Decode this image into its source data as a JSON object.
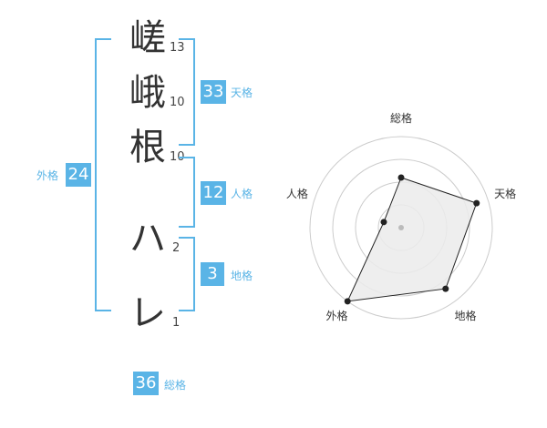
{
  "name_chars": [
    {
      "char": "嵯",
      "strokes": "13"
    },
    {
      "char": "峨",
      "strokes": "10"
    },
    {
      "char": "根",
      "strokes": "10"
    },
    {
      "char": "ハ",
      "strokes": "2"
    },
    {
      "char": "レ",
      "strokes": "1"
    }
  ],
  "fortunes": {
    "tenkaku": {
      "value": "33",
      "label": "天格"
    },
    "jinkaku": {
      "value": "12",
      "label": "人格"
    },
    "chikaku": {
      "value": "3",
      "label": "地格"
    },
    "gaikaku": {
      "value": "24",
      "label": "外格"
    },
    "soukaku": {
      "value": "36",
      "label": "総格"
    }
  },
  "colors": {
    "accent": "#5ab4e6",
    "text": "#333333",
    "polygon_fill": "#ebebeb"
  },
  "chart_data": {
    "type": "radar",
    "axes": [
      "総格",
      "天格",
      "地格",
      "外格",
      "人格"
    ],
    "values": [
      0.55,
      0.87,
      0.83,
      1.0,
      0.2
    ],
    "rings": 4,
    "range": [
      0,
      1
    ]
  }
}
